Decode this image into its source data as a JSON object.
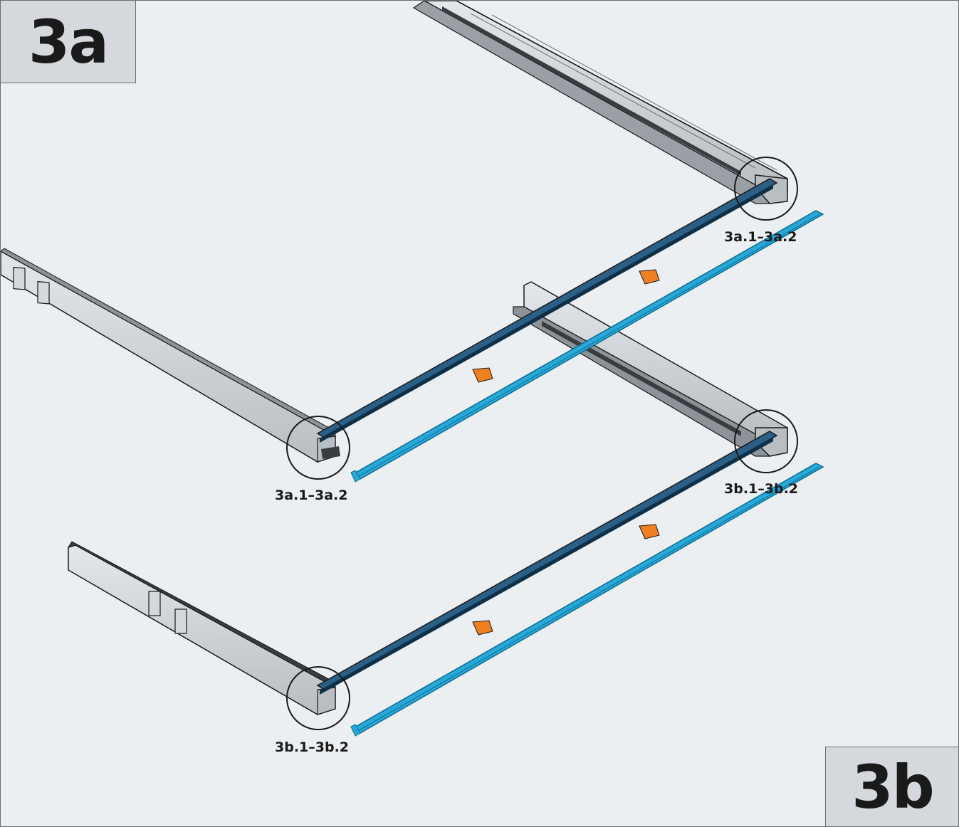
{
  "steps": {
    "first": "3a",
    "second": "3b"
  },
  "callouts": {
    "top_right": "3a.1–3a.2",
    "middle_left": "3a.1–3a.2",
    "middle_right": "3b.1–3b.2",
    "bottom_left": "3b.1–3b.2"
  },
  "colors": {
    "background": "#eceff2",
    "badge": "#d5d9dd",
    "rail_metal": "#c9cdd1",
    "slide_blue": "#29a8d8",
    "arrow_orange": "#f07f22",
    "outline": "#1a1a1a"
  },
  "icons": [
    "direction-arrow-icon",
    "detail-circle-icon"
  ]
}
